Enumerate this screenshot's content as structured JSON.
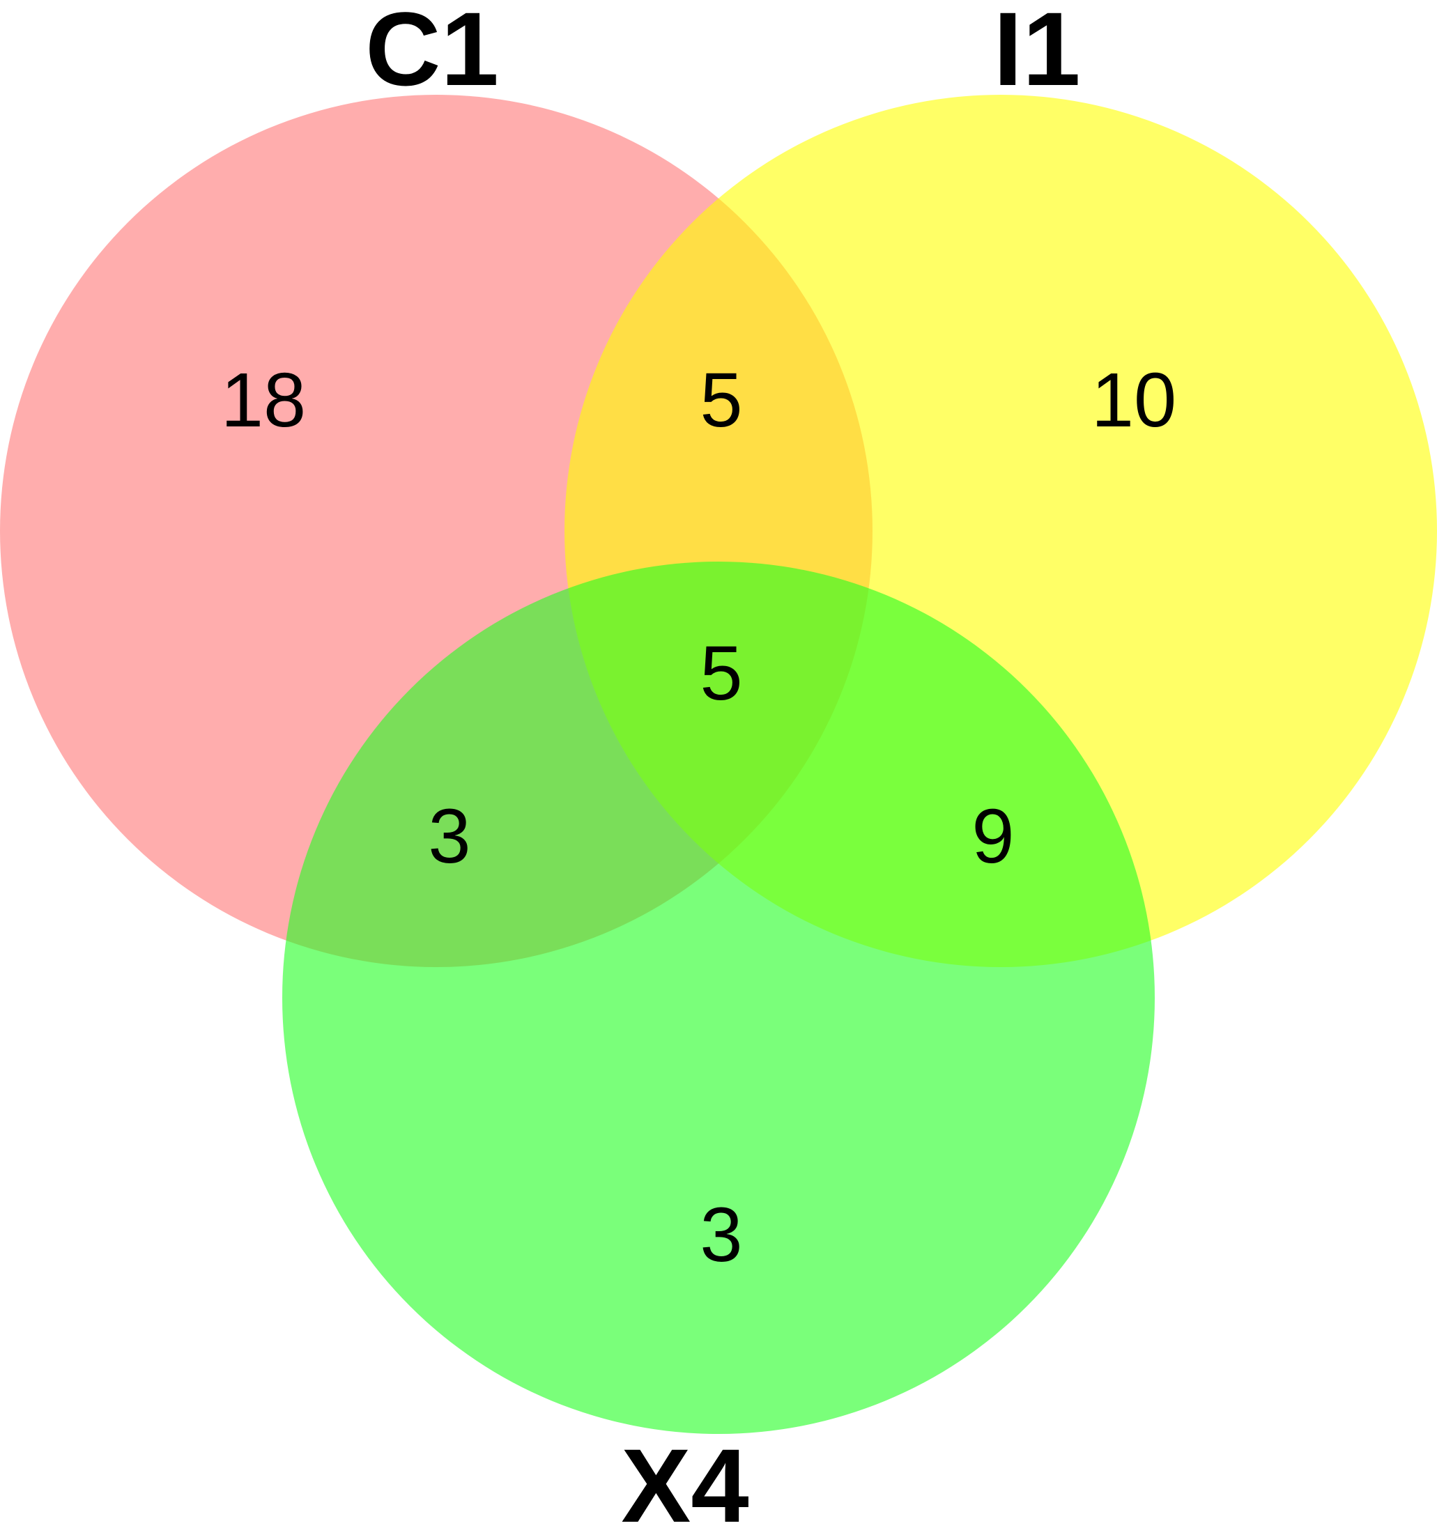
{
  "sets": [
    {
      "id": "c1",
      "label": "C1",
      "color": "#ff7777"
    },
    {
      "id": "i1",
      "label": "I1",
      "color": "#ffff00"
    },
    {
      "id": "x4",
      "label": "X4",
      "color": "#22ff22"
    }
  ],
  "regions": {
    "c1_only": "18",
    "i1_only": "10",
    "x4_only": "3",
    "c1_i1": "5",
    "c1_x4": "3",
    "i1_x4": "9",
    "c1_i1_x4": "5"
  }
}
